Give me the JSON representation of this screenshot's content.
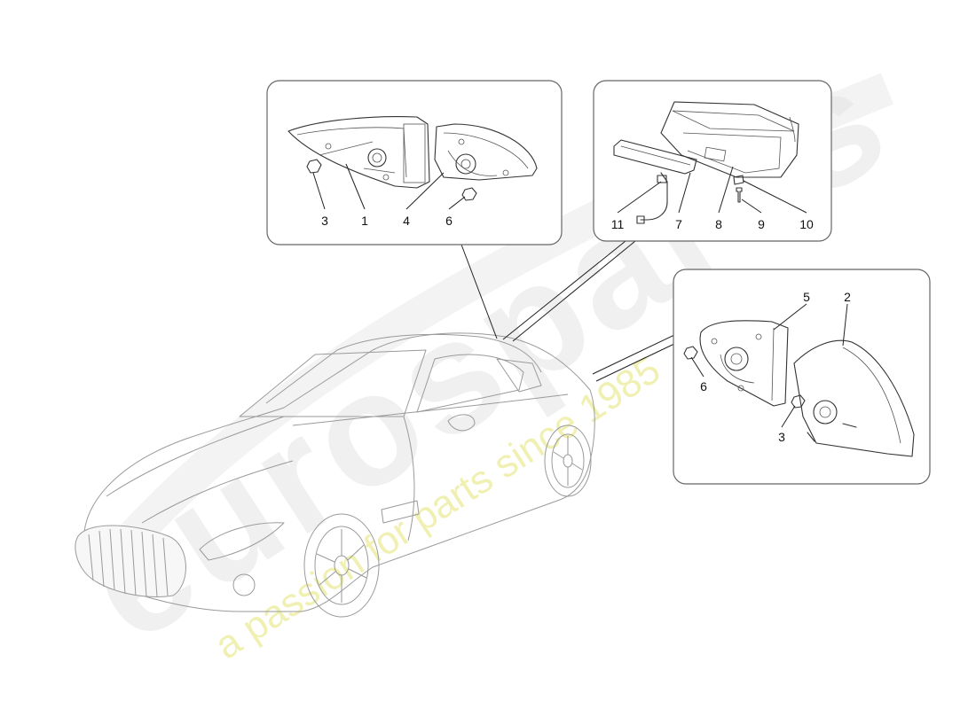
{
  "watermark": {
    "logo": "eurospares",
    "tagline": "a passion for parts since 1985"
  },
  "callouts": {
    "box_a": [
      "3",
      "1",
      "4",
      "6"
    ],
    "box_b": [
      "11",
      "7",
      "8",
      "9",
      "10"
    ],
    "box_c": [
      "5",
      "2",
      "6",
      "3"
    ]
  },
  "colors": {
    "outline": "#333333",
    "car_outline": "#9a9a9a",
    "box_border": "#666666",
    "watermark_grey": "#e4e4e4",
    "watermark_yellow": "#ecec9a"
  }
}
